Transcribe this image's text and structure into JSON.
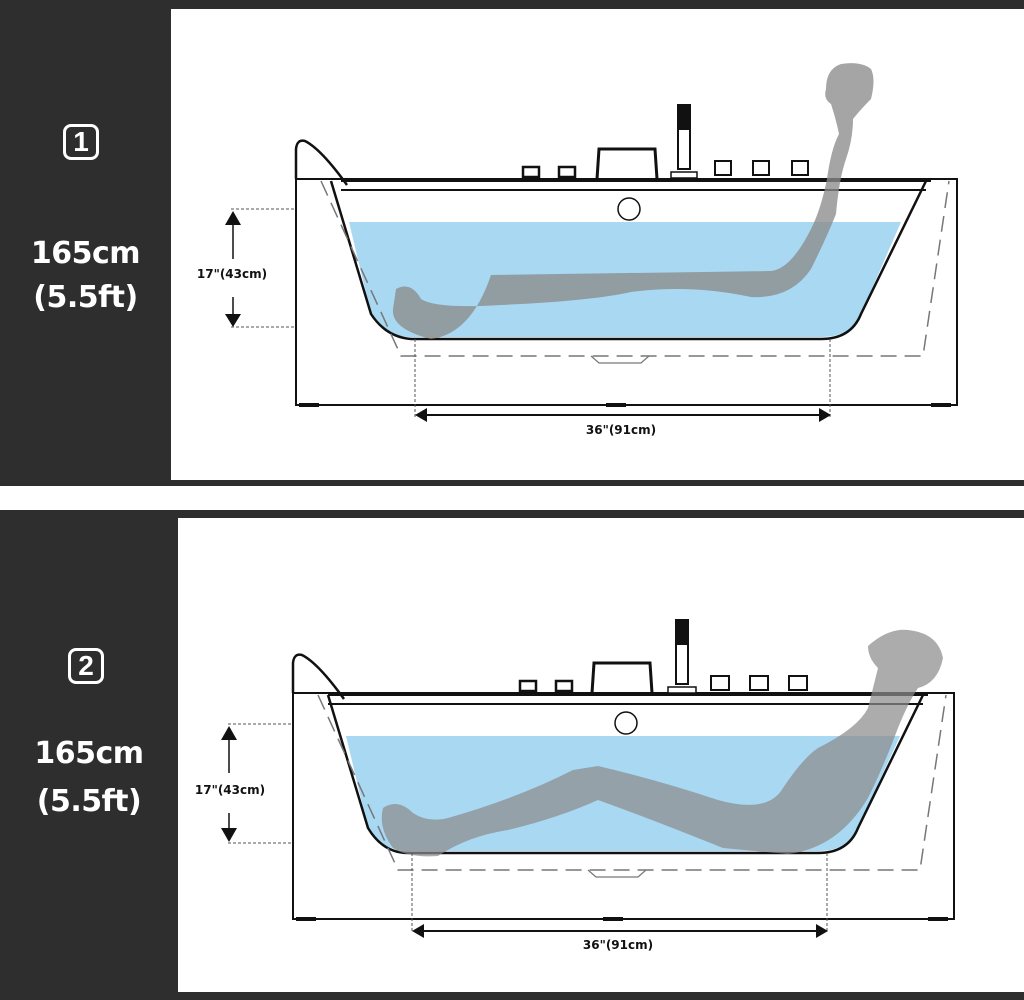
{
  "panels": [
    {
      "badge": "1",
      "height_cm": "165cm",
      "height_ft": "(5.5ft)",
      "pose": "upright-seated",
      "dimensions": {
        "depth": "17\"(43cm)",
        "width": "36\"(91cm)"
      }
    },
    {
      "badge": "2",
      "height_cm": "165cm",
      "height_ft": "(5.5ft)",
      "pose": "reclined-knees-up",
      "dimensions": {
        "depth": "17\"(43cm)",
        "width": "36\"(91cm)"
      }
    }
  ],
  "colors": {
    "panel_bg": "#2e2e2e",
    "canvas_bg": "#ffffff",
    "water": "#a9d8f2",
    "figure": "#8c8c8c",
    "outline": "#111111"
  }
}
